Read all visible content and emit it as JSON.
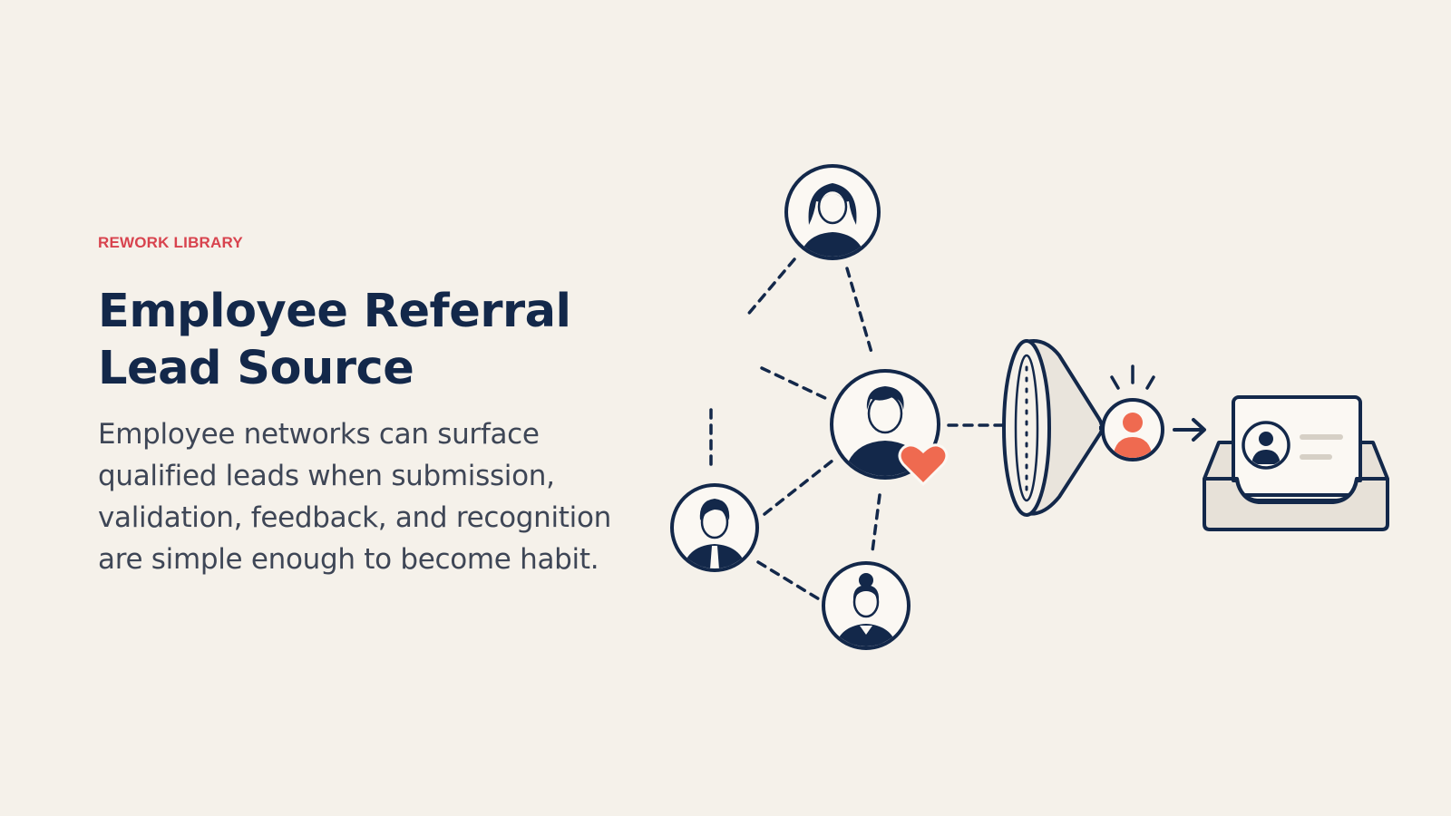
{
  "slide": {
    "eyebrow": "REWORK LIBRARY",
    "title_line1": "Employee Referral",
    "title_line2": "Lead Source",
    "body_line1": "Employee networks can surface",
    "body_line2": "qualified leads when submission,",
    "body_line3": "validation, feedback, and recognition",
    "body_line4": "are simple enough to become habit."
  },
  "colors": {
    "background": "#f5f1ea",
    "navy": "#13284a",
    "accent_red": "#d8434e",
    "coral": "#ef6a50",
    "body_text": "#3e4656"
  },
  "illustration": {
    "icons": [
      "woman-avatar-icon",
      "man-avatar-icon",
      "heart-icon",
      "man-tie-avatar-icon",
      "woman-bun-avatar-icon",
      "funnel-icon",
      "lead-person-icon",
      "arrow-right-icon",
      "inbox-tray-icon",
      "profile-card-icon"
    ]
  }
}
